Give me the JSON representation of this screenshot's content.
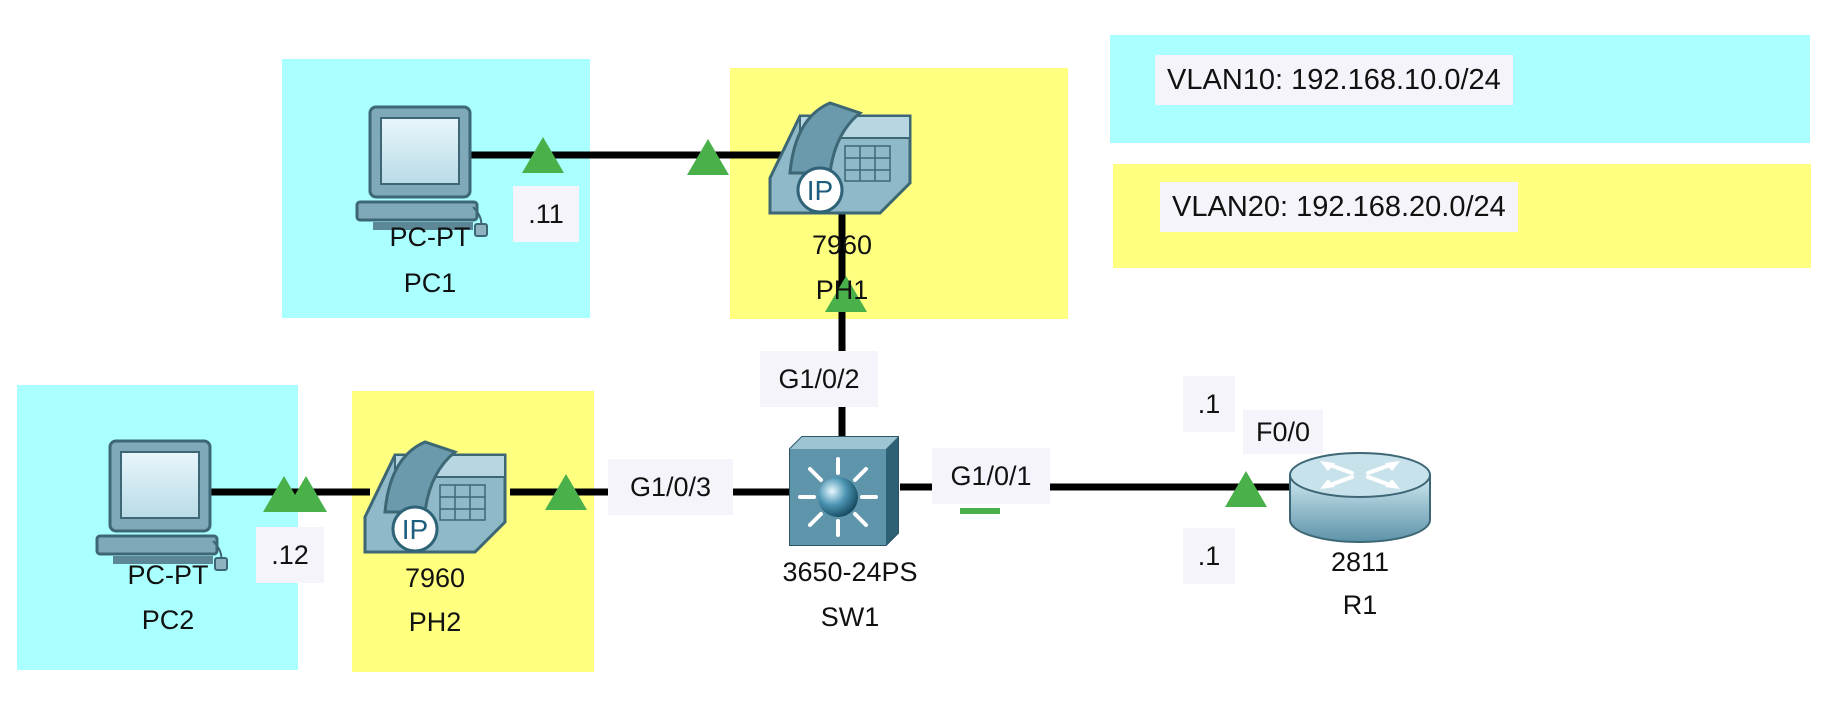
{
  "legend": {
    "vlan10": "VLAN10: 192.168.10.0/24",
    "vlan20": "VLAN20: 192.168.20.0/24"
  },
  "colors": {
    "vlan10": "#AAFFFF",
    "vlan20": "#FFFF80",
    "link_up": "#49B04A",
    "link": "#000000"
  },
  "devices": {
    "pc1": {
      "model": "PC-PT",
      "name": "PC1",
      "icon": "pc-icon"
    },
    "pc2": {
      "model": "PC-PT",
      "name": "PC2",
      "icon": "pc-icon"
    },
    "ph1": {
      "model": "7960",
      "name": "PH1",
      "icon": "ip-phone-icon",
      "badge": "IP"
    },
    "ph2": {
      "model": "7960",
      "name": "PH2",
      "icon": "ip-phone-icon",
      "badge": "IP"
    },
    "sw1": {
      "model": "3650-24PS",
      "name": "SW1",
      "icon": "multilayer-switch-icon"
    },
    "r1": {
      "model": "2811",
      "name": "R1",
      "icon": "router-icon"
    }
  },
  "tags": {
    "pc1_ip": ".11",
    "pc2_ip": ".12",
    "sw_g102": "G1/0/2",
    "sw_g103": "G1/0/3",
    "sw_g101": "G1/0/1",
    "r1_f00": "F0/0",
    "r1_ip_a": ".1",
    "r1_ip_b": ".1"
  }
}
